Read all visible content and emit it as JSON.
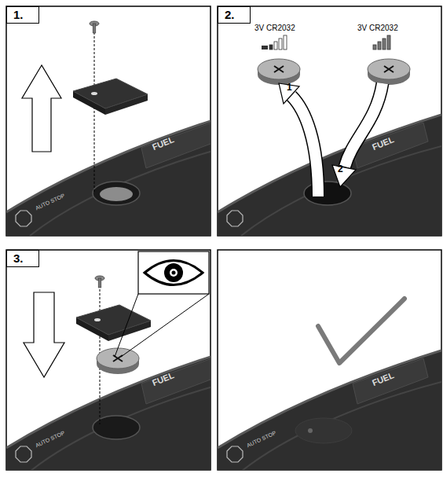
{
  "diagram": {
    "nodes": [
      {
        "text": [
          "1."
        ]
      },
      {
        "text": [
          "2."
        ]
      },
      {
        "text": [
          "3."
        ]
      }
    ],
    "labels": [
      "3V CR2032",
      "3V CR2032",
      "1",
      "2",
      "FUEL",
      "FUEL",
      "FUEL",
      "FUEL",
      "AUTO STOP",
      "AUTO STOP",
      "AUTO STOP"
    ]
  }
}
